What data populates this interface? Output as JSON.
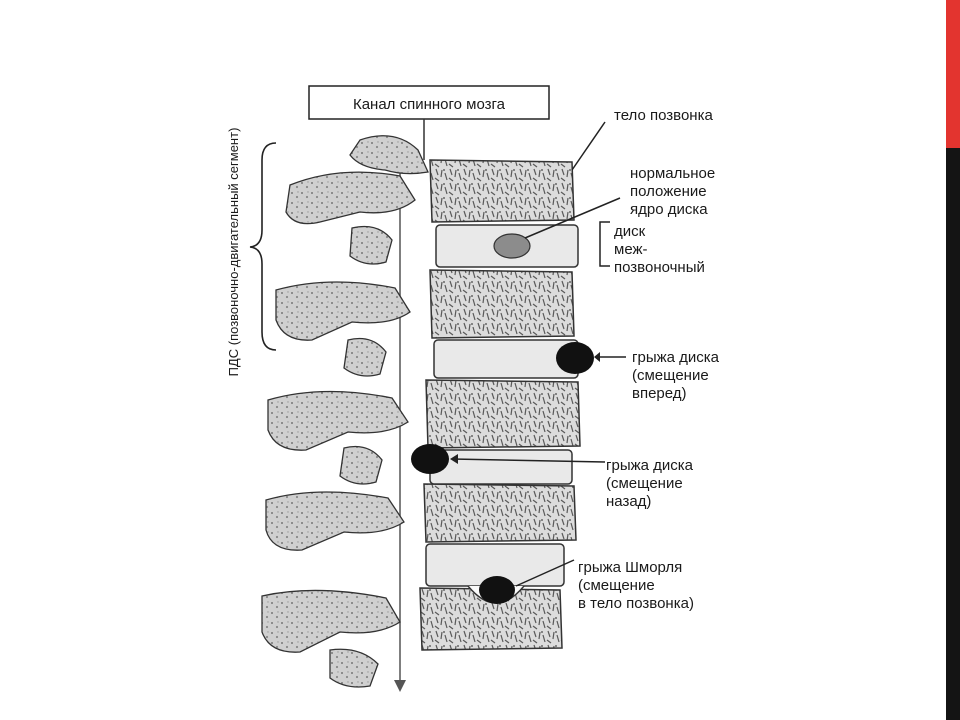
{
  "diagram": {
    "canal_label": "Канал спинного мозга",
    "side_label": "ПДС (позвоночно-двигательный сегмент)",
    "labels": {
      "vertebral_body": [
        "тело позвонка"
      ],
      "normal_nucleus": [
        "нормальное",
        "положение",
        "ядро диска"
      ],
      "intervertebral_disc": [
        "диск",
        "меж-",
        "позвоночный"
      ],
      "hernia_forward": [
        "грыжа диска",
        "(смещение",
        "вперед)"
      ],
      "hernia_back": [
        "грыжа диска",
        "(смещение",
        "назад)"
      ],
      "schmorl": [
        "грыжа Шморля",
        "(смещение",
        "в тело позвонка)"
      ]
    }
  },
  "colors": {
    "accent_red": "#e3342f",
    "accent_dark": "#141414",
    "ink": "#1a1a1a",
    "bone": "#d9d9d9",
    "disc": "#e9e9e9"
  }
}
